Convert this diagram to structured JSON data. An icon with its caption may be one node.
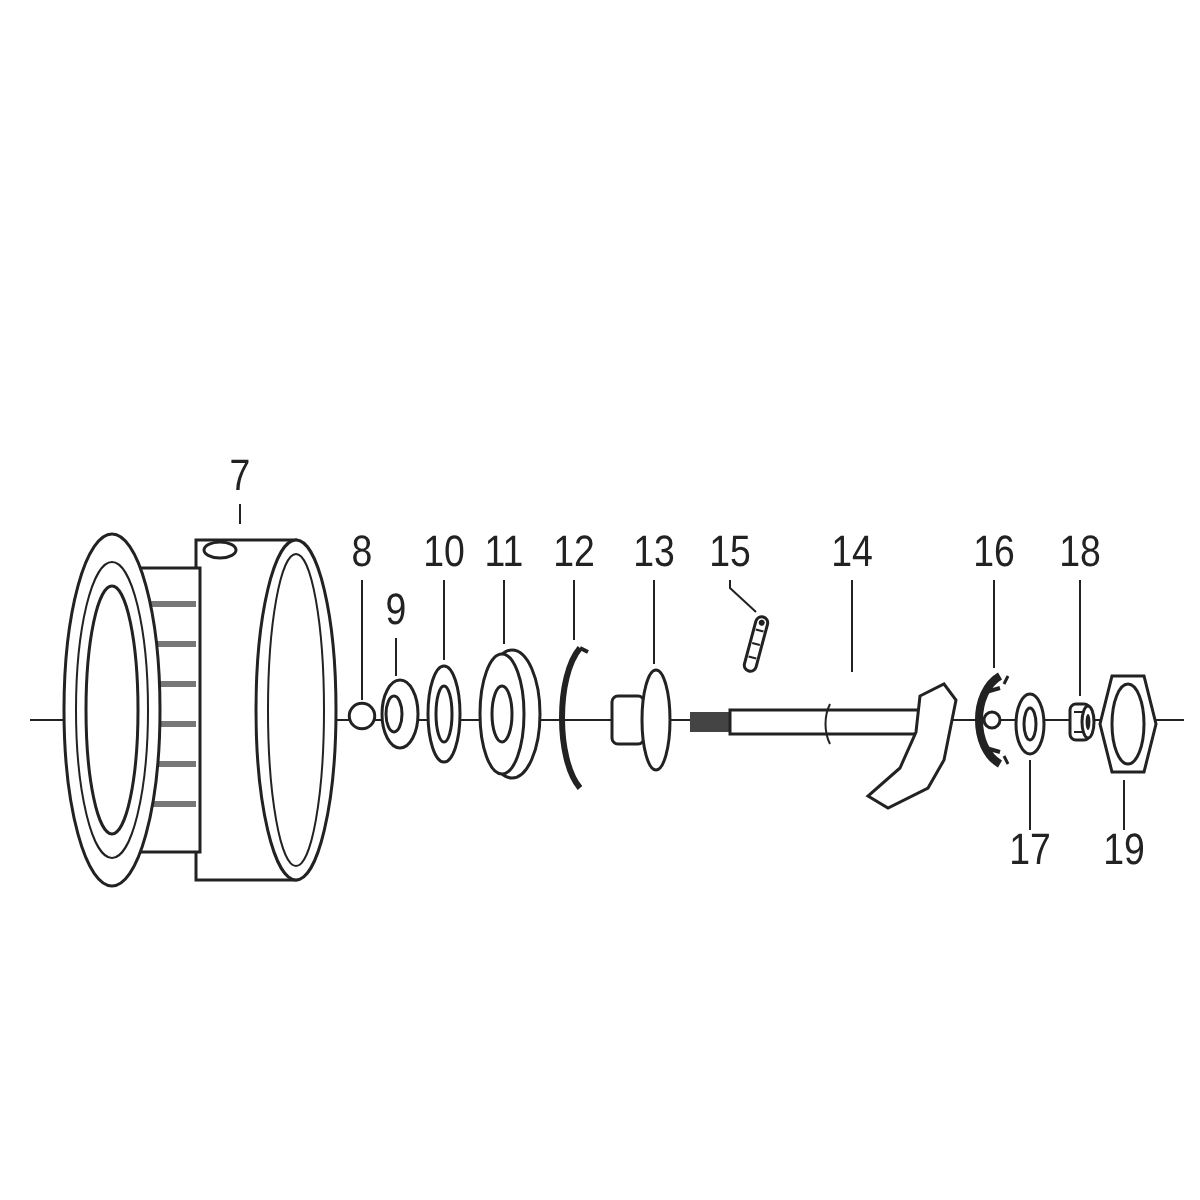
{
  "diagram": {
    "nodes": [
      {
        "text": [
          "7"
        ]
      },
      {
        "text": [
          "8"
        ]
      },
      {
        "text": [
          "9"
        ]
      },
      {
        "text": [
          "10"
        ]
      },
      {
        "text": [
          "11"
        ]
      },
      {
        "text": [
          "12"
        ]
      },
      {
        "text": [
          "13"
        ]
      },
      {
        "text": [
          "15"
        ]
      },
      {
        "text": [
          "14"
        ]
      },
      {
        "text": [
          "16"
        ]
      },
      {
        "text": [
          "18"
        ]
      },
      {
        "text": [
          "17"
        ]
      },
      {
        "text": [
          "19"
        ]
      },
      {
        "text": [],
        "shape": "picture"
      },
      {
        "text": [],
        "shape": "circle"
      },
      {
        "text": [],
        "shape": "picture"
      },
      {
        "text": [],
        "shape": "picture"
      },
      {
        "text": [],
        "shape": "picture"
      },
      {
        "text": [],
        "shape": "picture"
      },
      {
        "text": [],
        "shape": "picture"
      },
      {
        "text": [],
        "shape": "picture"
      },
      {
        "text": [],
        "shape": "picture"
      },
      {
        "text": [],
        "shape": "picture"
      },
      {
        "text": [],
        "shape": "picture"
      },
      {
        "text": [],
        "shape": "picture"
      },
      {
        "text": [],
        "shape": "picture"
      }
    ],
    "edges": [
      {
        "from": 0,
        "to": 13,
        "arrow": "none"
      },
      {
        "from": 1,
        "to": 14,
        "arrow": "none"
      },
      {
        "from": 2,
        "to": 15,
        "arrow": "none"
      },
      {
        "from": 3,
        "to": 16,
        "arrow": "none"
      },
      {
        "from": 4,
        "to": 17,
        "arrow": "none"
      },
      {
        "from": 5,
        "to": 18,
        "arrow": "none"
      },
      {
        "from": 6,
        "to": 19,
        "arrow": "none"
      },
      {
        "from": 7,
        "to": 20,
        "arrow": "none"
      },
      {
        "from": 8,
        "to": 21,
        "arrow": "none"
      },
      {
        "from": 9,
        "to": 22,
        "arrow": "none"
      },
      {
        "from": 10,
        "to": 24,
        "arrow": "none"
      },
      {
        "from": 11,
        "to": 23,
        "arrow": "none"
      },
      {
        "from": 12,
        "to": 25,
        "arrow": "none"
      }
    ]
  }
}
